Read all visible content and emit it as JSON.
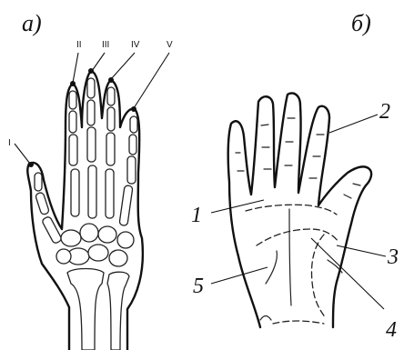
{
  "panels": {
    "a_label": "а)",
    "b_label": "б)"
  },
  "finger_labels": [
    "I",
    "II",
    "III",
    "IV",
    "V"
  ],
  "palm_labels": [
    "1",
    "2",
    "3",
    "4",
    "5"
  ]
}
